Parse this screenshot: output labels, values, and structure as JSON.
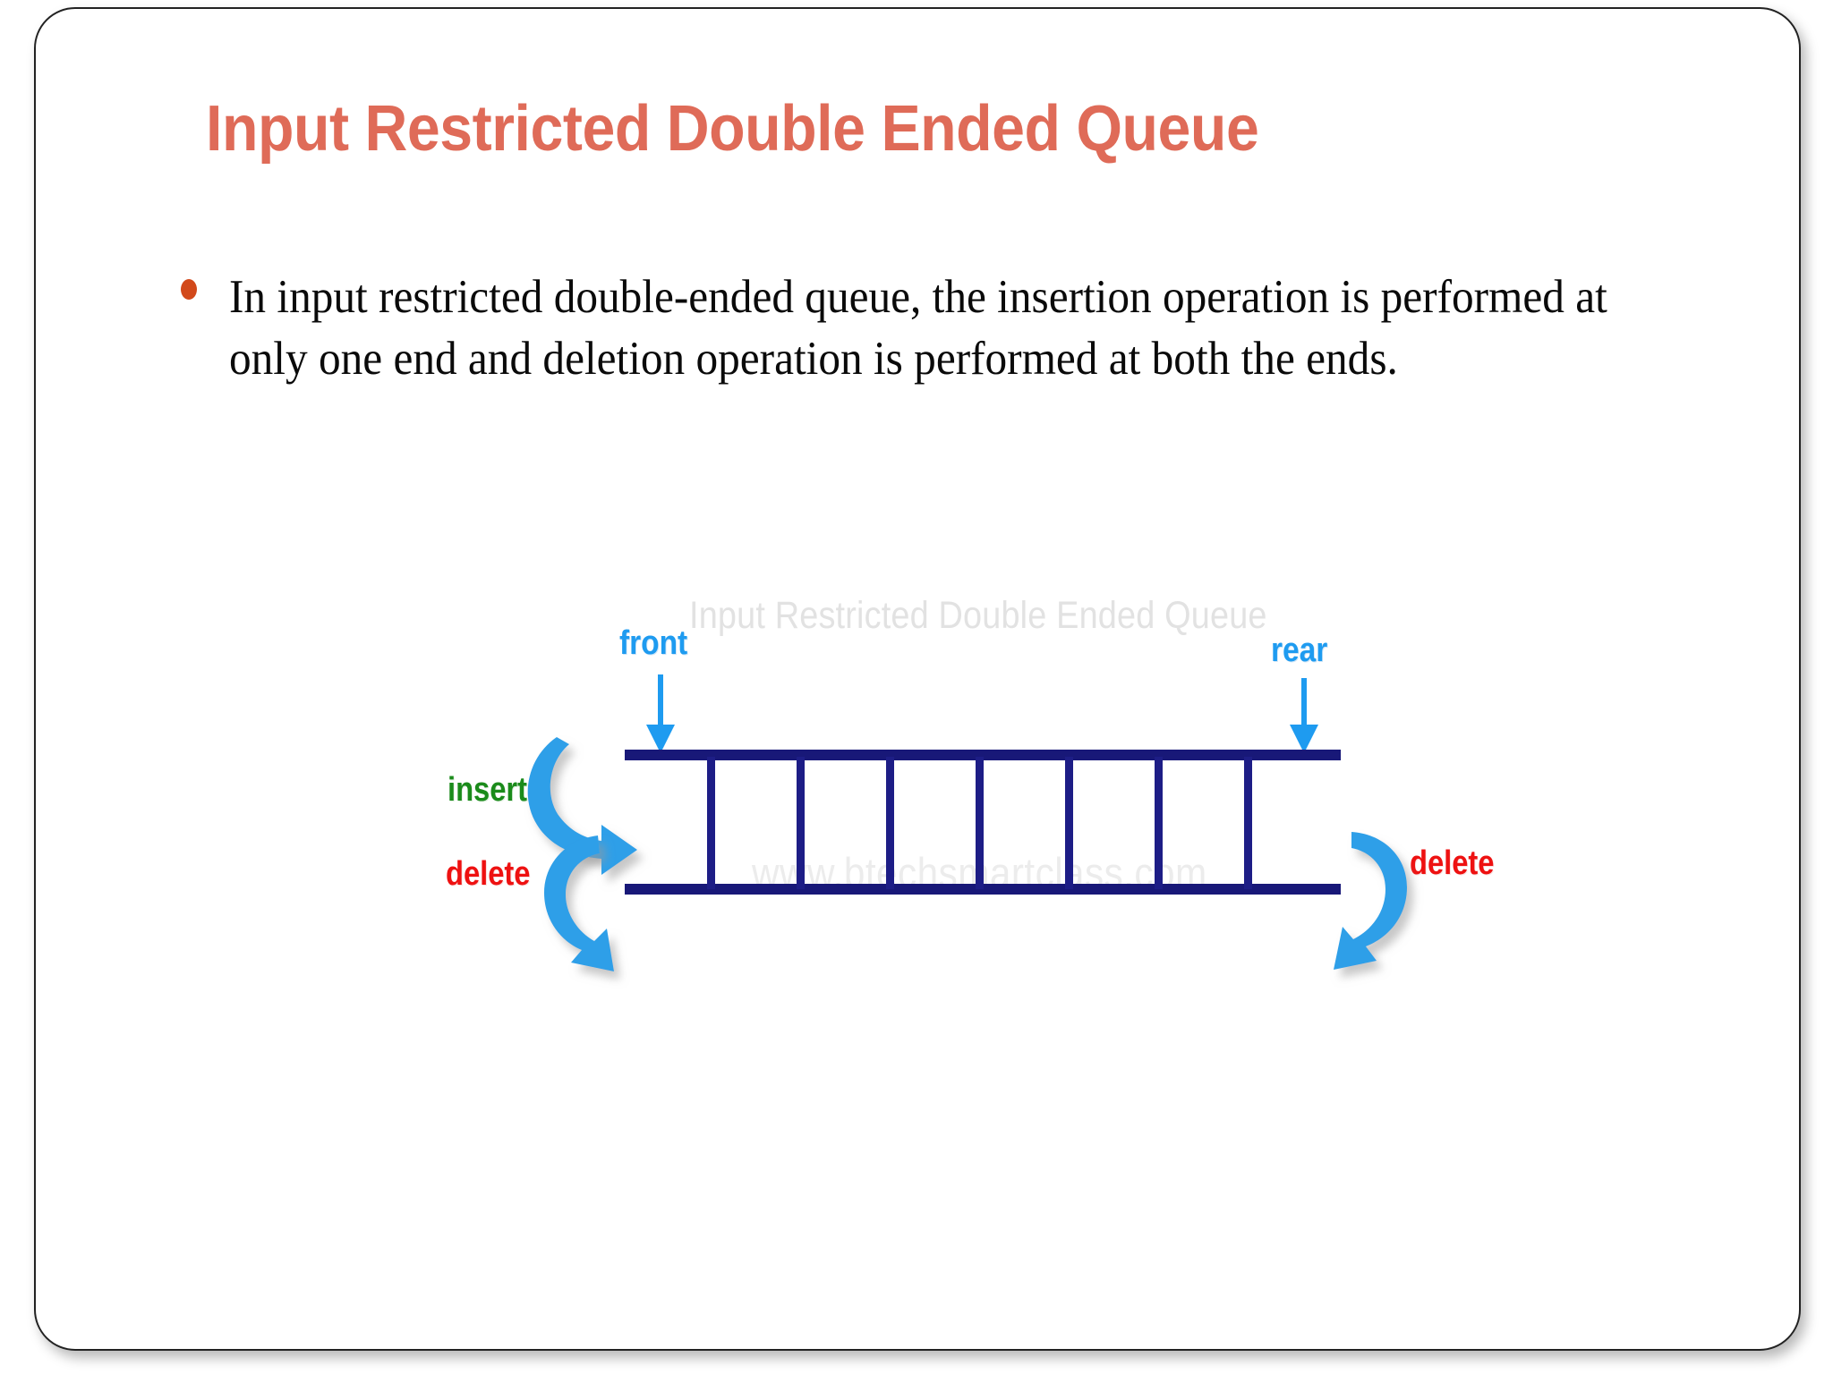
{
  "slide": {
    "title": "Input Restricted Double Ended Queue",
    "bullet_text": "In input restricted double-ended queue, the insertion operation is performed at only one end and deletion operation is performed at both the ends.",
    "colors": {
      "title": "#df6b58",
      "bullet_dot": "#d2491a",
      "body_text": "#0a0a0a",
      "pointer_blue": "#1e9bf0",
      "insert_green": "#1b8b1b",
      "delete_red": "#ee1111",
      "queue_navy": "#181878",
      "caption_gray": "#e2e2e2",
      "watermark_gray": "#ececec",
      "slide_background": "#ffffff",
      "slide_border": "#222222"
    }
  },
  "diagram": {
    "caption": "Input Restricted Double Ended Queue",
    "watermark": "www.btechsmartclass.com",
    "pointers": [
      {
        "id": "front",
        "label": "front"
      },
      {
        "id": "rear",
        "label": "rear"
      }
    ],
    "operations": [
      {
        "id": "insert-left",
        "label": "insert",
        "side": "left"
      },
      {
        "id": "delete-left",
        "label": "delete",
        "side": "left"
      },
      {
        "id": "delete-right",
        "label": "delete",
        "side": "right"
      }
    ],
    "queue": {
      "cell_count": 8,
      "divider_count": 7,
      "cells": [
        "",
        "",
        "",
        "",
        "",
        "",
        "",
        ""
      ]
    }
  }
}
